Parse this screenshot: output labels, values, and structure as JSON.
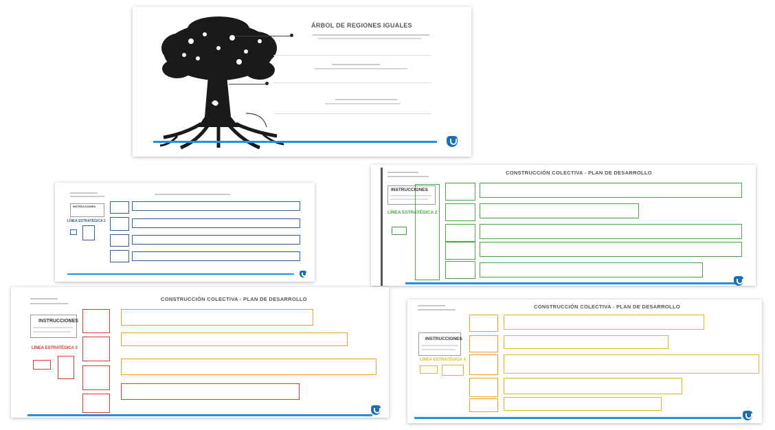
{
  "slides": {
    "tree": {
      "title": "ÁRBOL DE REGIONES IGUALES",
      "accent": "#2a8fd6",
      "logo_color": "#1b6fb8"
    },
    "line1": {
      "instructions": "INSTRUCCIONES",
      "strategic_line": "LÍNEA ESTRATÉGICA 1",
      "accent": "#2b5fa8"
    },
    "line2": {
      "title": "CONSTRUCCIÓN COLECTIVA - PLAN DE DESARROLLO",
      "instructions": "INSTRUCCIONES",
      "strategic_line": "LÍNEA ESTRATÉGICA 2",
      "accent": "#3fae3b"
    },
    "line3": {
      "title": "CONSTRUCCIÓN COLECTIVA - PLAN DE DESARROLLO",
      "instructions": "INSTRUCCIONES",
      "strategic_line": "LÍNEA ESTRATÉGICA 3",
      "accent": "#e0342c"
    },
    "line4": {
      "title": "CONSTRUCCIÓN COLECTIVA - PLAN DE DESARROLLO",
      "instructions": "INSTRUCCIONES",
      "strategic_line": "LÍNEA ESTRATÉGICA 4",
      "accent": "#e3b81f"
    }
  },
  "colors": {
    "bottom_bar": "#2a8fd6",
    "logo": "#1b6fb8"
  }
}
